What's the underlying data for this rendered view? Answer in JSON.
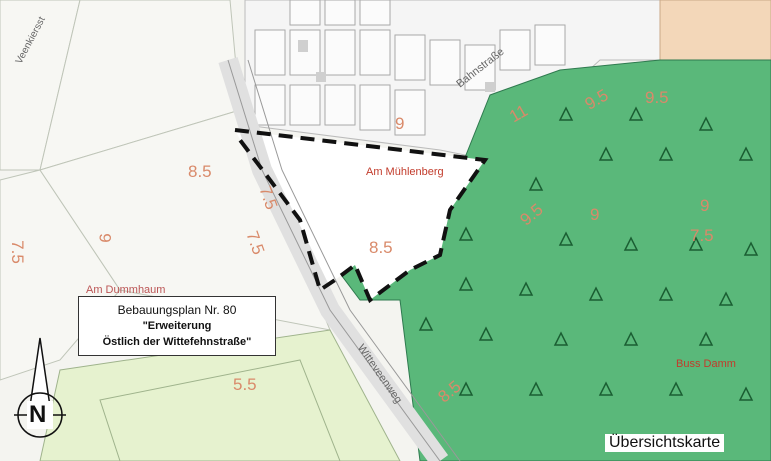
{
  "map": {
    "streets": {
      "bahnstrasse": "Bahnstraße",
      "witteveenweg": "Witteveenweg",
      "left_top": "Veenkiersst"
    },
    "places": {
      "am_muehlenberg": "Am Mühlenberg",
      "buss_damm": "Buss Damm",
      "am_dummhaum": "Am Dummhaum"
    },
    "contours": [
      "8.5",
      "9",
      "7.5",
      "7.5",
      "8.5",
      "9",
      "7.5",
      "5.5",
      "11",
      "9.5",
      "9.5",
      "9.5",
      "9",
      "7.5",
      "8.5",
      "9"
    ],
    "plan_label": {
      "line1": "Bebauungsplan Nr. 80",
      "line2": "\"Erweiterung",
      "line3": "Östlich der Wittefehnstraße\""
    },
    "compass_letter": "N",
    "caption": "Übersichtskarte",
    "colors": {
      "forest": "#5ab87a",
      "field": "#e9f3d6",
      "building": "#d9d9d9",
      "boundary": "#111111",
      "contour": "#d98a6a"
    }
  }
}
